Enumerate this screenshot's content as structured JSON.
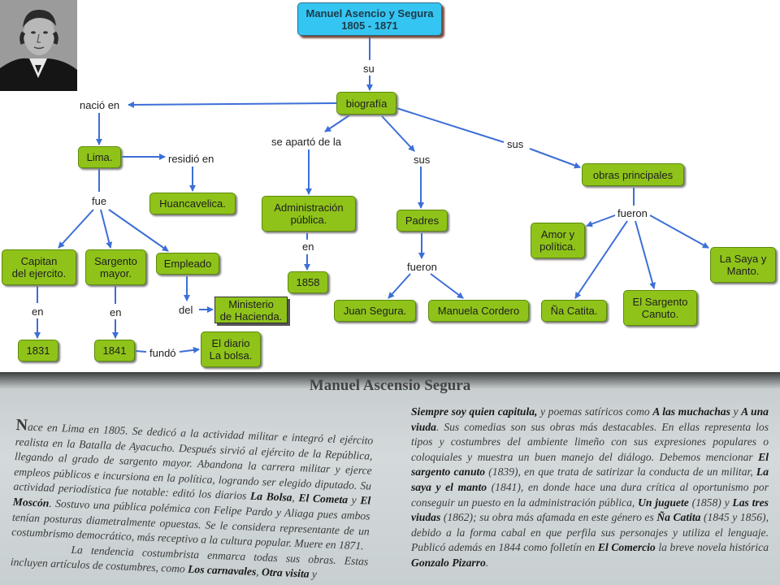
{
  "concept_map": {
    "nodes": {
      "root": "Manuel Asencio y Segura\n1805 - 1871",
      "biografia": "biografía",
      "lima": "Lima.",
      "huancavelica": "Huancavelica.",
      "capitan": "Capitan\ndel ejercito.",
      "sargento_mayor": "Sargento\nmayor.",
      "empleado": "Empleado",
      "ministerio": "Ministerio\nde Hacienda.",
      "y1831": "1831",
      "y1841": "1841",
      "diario": "El diario\nLa bolsa.",
      "administracion": "Administración\npública.",
      "y1858": "1858",
      "padres": "Padres",
      "juan": "Juan Segura.",
      "manuela": "Manuela Cordero",
      "obras": "obras principales",
      "amor": "Amor y\npolítica.",
      "saya": "La Saya y\nManto.",
      "na_catita": "Ña Catita.",
      "sargento_canuto": "El Sargento\nCanuto."
    },
    "links": {
      "su": "su",
      "nacio_en": "nació en",
      "residio_en": "residió en",
      "fue": "fue",
      "en_1": "en",
      "en_2": "en",
      "del": "del",
      "fundo": "fundó",
      "se_aparto": "se apartó de la",
      "en_3": "en",
      "sus_1": "sus",
      "fueron_1": "fueron",
      "sus_2": "sus",
      "fueron_2": "fueron"
    }
  },
  "book": {
    "title": "Manuel Ascensio Segura",
    "left_column": {
      "p1": [
        {
          "t": "N",
          "cls": "dropcap"
        },
        {
          "t": "ace en Lima en 1805. Se dedicó a la actividad militar e integró el ejército realista en la Batalla de Ayacucho. Después sirvió al ejército de la República, llegando al grado de sargento mayor. Abandona la carrera militar y ejerce empleos públicos e incursiona en la política, logrando ser elegido diputado. Su actividad periodística fue notable: editó los diarios "
        },
        {
          "t": "La Bolsa",
          "b": true
        },
        {
          "t": ", "
        },
        {
          "t": "El Cometa",
          "b": true
        },
        {
          "t": " y "
        },
        {
          "t": "El Moscón",
          "b": true
        },
        {
          "t": ". Sostuvo una pública polémica con Felipe Pardo y Aliaga pues ambos tenían posturas diametralmente opuestas. Se le considera representante de un costumbrismo democrático, más receptivo a la cultura popular. Muere en 1871."
        }
      ],
      "p2": [
        {
          "t": "La tendencia costumbrista enmarca todas sus obras. Estas incluyen artículos de costumbres, como "
        },
        {
          "t": "Los carnavales",
          "b": true
        },
        {
          "t": ", "
        },
        {
          "t": "Otra visita",
          "b": true
        },
        {
          "t": " y"
        }
      ]
    },
    "right_column": [
      {
        "t": "Siempre soy quien capitula,",
        "b": true
      },
      {
        "t": " y poemas satíricos como "
      },
      {
        "t": "A las muchachas",
        "b": true
      },
      {
        "t": " y "
      },
      {
        "t": "A una viuda",
        "b": true
      },
      {
        "t": ". Sus comedias son sus obras más destacables. En ellas representa los tipos y costumbres del ambiente limeño con sus expresiones populares o coloquiales y muestra un buen manejo del diálogo. Debemos mencionar "
      },
      {
        "t": "El sargento canuto",
        "b": true
      },
      {
        "t": " (1839), en que trata de satirizar la conducta de un militar, "
      },
      {
        "t": "La saya y el manto",
        "b": true
      },
      {
        "t": " (1841), en donde hace una dura crítica al oportunismo por conseguir un puesto en la administración pública, "
      },
      {
        "t": "Un juguete",
        "b": true
      },
      {
        "t": " (1858) y "
      },
      {
        "t": "Las tres viudas",
        "b": true
      },
      {
        "t": " (1862); su obra más afamada en este género es "
      },
      {
        "t": "Ña Catita",
        "b": true
      },
      {
        "t": " (1845 y 1856), debido a la forma cabal en que perfila sus personajes y utiliza el lenguaje. Publicó además en 1844 como folletín en "
      },
      {
        "t": "El Comercio",
        "b": true
      },
      {
        "t": " la breve novela histórica "
      },
      {
        "t": "Gonzalo Pizarro",
        "b": true
      },
      {
        "t": "."
      }
    ]
  },
  "colors": {
    "node_green": "#8fc31a",
    "root_blue": "#35c5f2",
    "edge_blue": "#3c6fd6"
  },
  "icons": [
    "portrait-photo"
  ]
}
